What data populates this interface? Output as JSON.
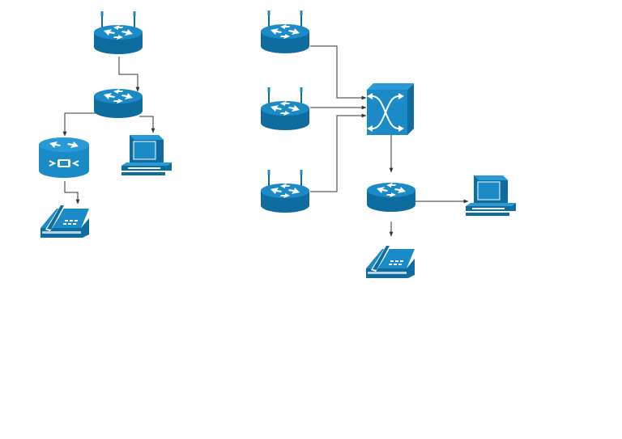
{
  "colors": {
    "device_light": "#1b8bc8",
    "device_dark": "#0f6c9f",
    "device_outline": "#0a5a86",
    "connector": "#333333",
    "background": "#ffffff"
  },
  "diagram": {
    "left_topology": {
      "devices": [
        {
          "id": "wireless-router-top",
          "icon": "wireless-router-icon"
        },
        {
          "id": "router-center",
          "icon": "router-icon"
        },
        {
          "id": "voice-router",
          "icon": "voice-router-icon"
        },
        {
          "id": "workstation",
          "icon": "workstation-icon"
        },
        {
          "id": "ip-phone",
          "icon": "ip-phone-icon"
        }
      ],
      "links": [
        {
          "from": "wireless-router-top",
          "to": "router-center",
          "arrow": true
        },
        {
          "from": "router-center",
          "to": "voice-router",
          "arrow": true
        },
        {
          "from": "router-center",
          "to": "workstation",
          "arrow": true
        },
        {
          "from": "voice-router",
          "to": "ip-phone",
          "arrow": true
        }
      ]
    },
    "right_topology": {
      "devices": [
        {
          "id": "wireless-router-1",
          "icon": "wireless-router-icon"
        },
        {
          "id": "wireless-router-2",
          "icon": "wireless-router-icon"
        },
        {
          "id": "wireless-router-3",
          "icon": "wireless-router-icon"
        },
        {
          "id": "atm-switch",
          "icon": "atm-switch-icon"
        },
        {
          "id": "router",
          "icon": "router-icon"
        },
        {
          "id": "workstation",
          "icon": "workstation-icon"
        },
        {
          "id": "ip-phone",
          "icon": "ip-phone-icon"
        }
      ],
      "links": [
        {
          "from": "wireless-router-1",
          "to": "atm-switch",
          "arrow": true
        },
        {
          "from": "wireless-router-2",
          "to": "atm-switch",
          "arrow": true
        },
        {
          "from": "wireless-router-3",
          "to": "atm-switch",
          "arrow": true
        },
        {
          "from": "atm-switch",
          "to": "router",
          "arrow": true
        },
        {
          "from": "router",
          "to": "workstation",
          "arrow": true
        },
        {
          "from": "router",
          "to": "ip-phone",
          "arrow": true
        }
      ]
    }
  }
}
